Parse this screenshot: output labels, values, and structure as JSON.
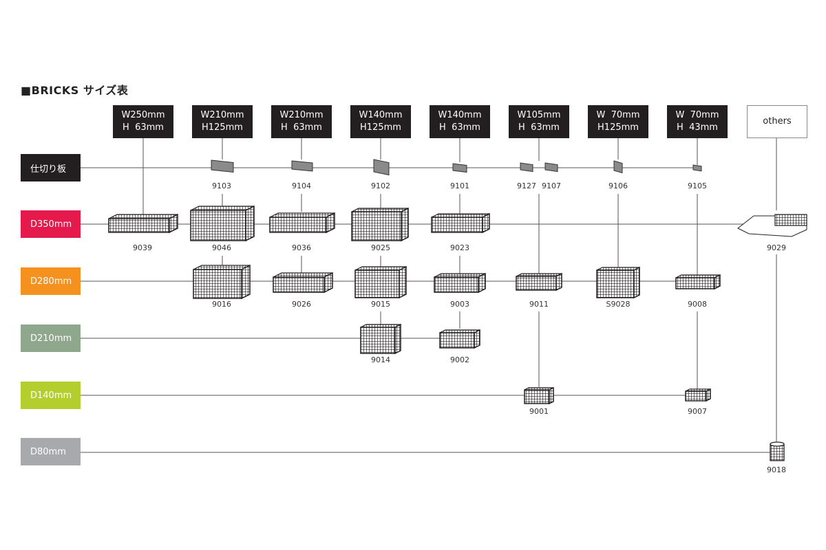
{
  "title": "■BRICKS サイズ表",
  "columns": [
    {
      "l1": "W250mm",
      "l2": "H  63mm"
    },
    {
      "l1": "W210mm",
      "l2": "H125mm"
    },
    {
      "l1": "W210mm",
      "l2": "H  63mm"
    },
    {
      "l1": "W140mm",
      "l2": "H125mm"
    },
    {
      "l1": "W140mm",
      "l2": "H  63mm"
    },
    {
      "l1": "W105mm",
      "l2": "H  63mm"
    },
    {
      "l1": "W  70mm",
      "l2": "H125mm"
    },
    {
      "l1": "W  70mm",
      "l2": "H  43mm"
    }
  ],
  "others_label": "others",
  "rows": [
    {
      "label": "仕切り板",
      "color": "#231f20"
    },
    {
      "label": "D350mm",
      "color": "#e5194b"
    },
    {
      "label": "D280mm",
      "color": "#f5911e"
    },
    {
      "label": "D210mm",
      "color": "#8fa88d"
    },
    {
      "label": "D140mm",
      "color": "#b4cf2d"
    },
    {
      "label": "D80mm",
      "color": "#a7a9ac"
    }
  ],
  "items": [
    {
      "code": "9103"
    },
    {
      "code": "9104"
    },
    {
      "code": "9102"
    },
    {
      "code": "9101"
    },
    {
      "code": "9127"
    },
    {
      "code": "9107"
    },
    {
      "code": "9106"
    },
    {
      "code": "9105"
    },
    {
      "code": "9039"
    },
    {
      "code": "9046"
    },
    {
      "code": "9036"
    },
    {
      "code": "9025"
    },
    {
      "code": "9023"
    },
    {
      "code": "9029"
    },
    {
      "code": "9016"
    },
    {
      "code": "9026"
    },
    {
      "code": "9015"
    },
    {
      "code": "9003"
    },
    {
      "code": "9011"
    },
    {
      "code": "S9028"
    },
    {
      "code": "9008"
    },
    {
      "code": "9014"
    },
    {
      "code": "9002"
    },
    {
      "code": "9001"
    },
    {
      "code": "9007"
    },
    {
      "code": "9018"
    }
  ]
}
